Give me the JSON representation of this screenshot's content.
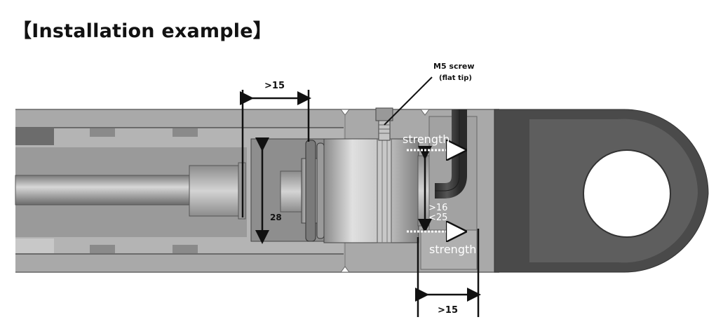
{
  "title": "【Installation example】",
  "callout": {
    "line1": "M5 screw",
    "line2": "(flat tip)"
  },
  "dimensions": {
    "top_gap": ">15",
    "bore_diameter": "28",
    "inner_range_min": ">16",
    "inner_range_max": "<25",
    "bottom_gap": ">15"
  },
  "annotations": {
    "strength_upper": "strength",
    "strength_lower": "strength"
  },
  "colors": {
    "outer_tube": "#a8a8a8",
    "inner_dark": "#6e6e6e",
    "clevis": "#4a4a4a",
    "clevis_inner": "#606060",
    "line": "#111111"
  }
}
